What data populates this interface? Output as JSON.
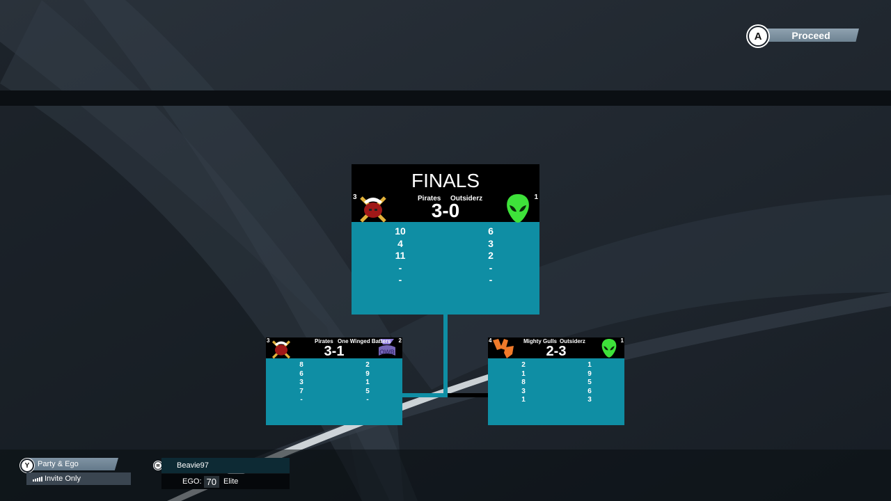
{
  "header": {
    "proceed_button_glyph": "A",
    "proceed_label": "Proceed"
  },
  "finals": {
    "title": "FINALS",
    "left_team": "Pirates",
    "right_team": "Outsiderz",
    "left_seed": "3",
    "right_seed": "1",
    "series_score": "3-0",
    "left_scores": [
      "10",
      "4",
      "11",
      "-",
      "-"
    ],
    "right_scores": [
      "6",
      "3",
      "2",
      "-",
      "-"
    ]
  },
  "semi_left": {
    "left_team": "Pirates",
    "right_team": "One Winged Batters",
    "left_seed": "3",
    "right_seed": "2",
    "series_score": "3-1",
    "left_scores": [
      "8",
      "6",
      "3",
      "7",
      "-"
    ],
    "right_scores": [
      "2",
      "9",
      "1",
      "5",
      "-"
    ]
  },
  "semi_right": {
    "left_team": "Mighty Gulls",
    "right_team": "Outsiderz",
    "left_seed": "4",
    "right_seed": "1",
    "series_score": "2-3",
    "left_scores": [
      "2",
      "1",
      "8",
      "3",
      "1"
    ],
    "right_scores": [
      "1",
      "9",
      "5",
      "6",
      "3"
    ]
  },
  "footer": {
    "party_button_glyph": "Y",
    "party_label": "Party & Ego",
    "invite_label": "Invite Only",
    "username": "Beavie97",
    "ego_label": "EGO:",
    "ego_value": "70",
    "rank": "Elite"
  },
  "colors": {
    "card_teal": "#0f8ea4",
    "alien_green": "#3ee23a",
    "pirate_red": "#a01818",
    "gulls_orange": "#f07a2a"
  }
}
